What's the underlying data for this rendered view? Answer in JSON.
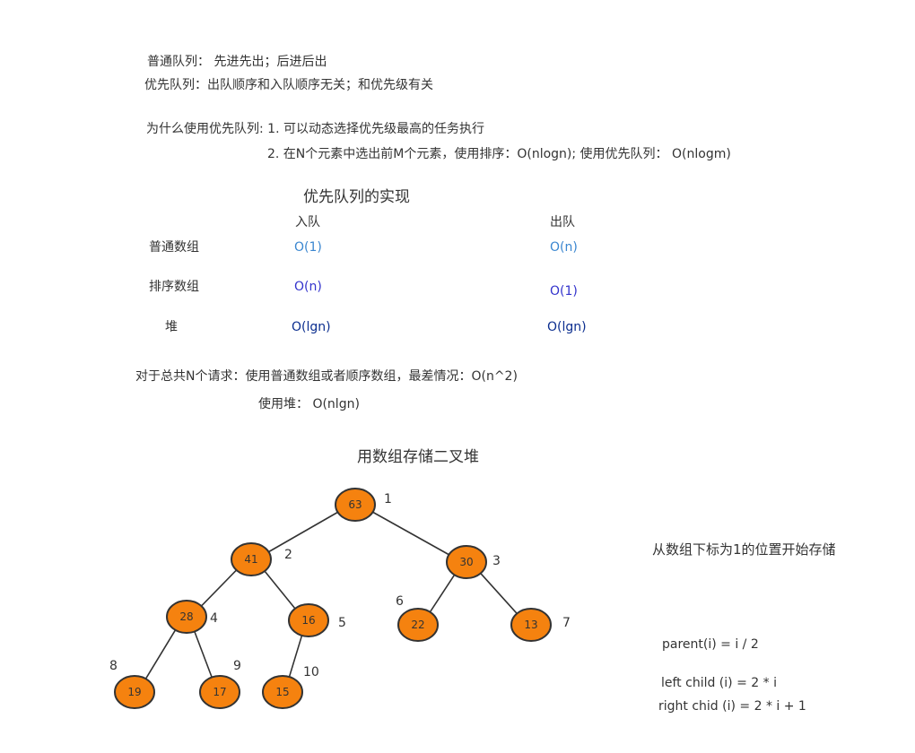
{
  "intro": {
    "line1": "普通队列： 先进先出；后进后出",
    "line2": "优先队列：出队顺序和入队顺序无关；和优先级有关",
    "why1": "为什么使用优先队列: 1. 可以动态选择优先级最高的任务执行",
    "why2": "2. 在N个元素中选出前M个元素，使用排序：O(nlogn); 使用优先队列： O(nlogm)"
  },
  "impl": {
    "title": "优先队列的实现",
    "col_enqueue": "入队",
    "col_dequeue": "出队",
    "rows": [
      {
        "name": "普通数组",
        "enqueue": "O(1)",
        "dequeue": "O(n)"
      },
      {
        "name": "排序数组",
        "enqueue": "O(n)",
        "dequeue": "O(1)"
      },
      {
        "name": "堆",
        "enqueue": "O(lgn)",
        "dequeue": "O(lgn)"
      }
    ],
    "note1": "对于总共N个请求：使用普通数组或者顺序数组，最差情况：O(n^2)",
    "note2": "使用堆： O(nlgn)"
  },
  "heap": {
    "title": "用数组存储二叉堆",
    "nodes": [
      {
        "index": "1",
        "value": "63"
      },
      {
        "index": "2",
        "value": "41"
      },
      {
        "index": "3",
        "value": "30"
      },
      {
        "index": "4",
        "value": "28"
      },
      {
        "index": "5",
        "value": "16"
      },
      {
        "index": "6",
        "value": "22"
      },
      {
        "index": "7",
        "value": "13"
      },
      {
        "index": "8",
        "value": "19"
      },
      {
        "index": "9",
        "value": "17"
      },
      {
        "index": "10",
        "value": "15"
      }
    ],
    "storage_note": "从数组下标为1的位置开始存储",
    "parent_formula": "parent(i) = i / 2",
    "left_formula": "left child (i) = 2 * i",
    "right_formula": "right chid (i) = 2 * i + 1"
  },
  "colors": {
    "node_fill": "#f5820f",
    "complexity_blue": "#3a86d0",
    "complexity_purple": "#3333cc",
    "complexity_navy": "#0b2e8f"
  }
}
